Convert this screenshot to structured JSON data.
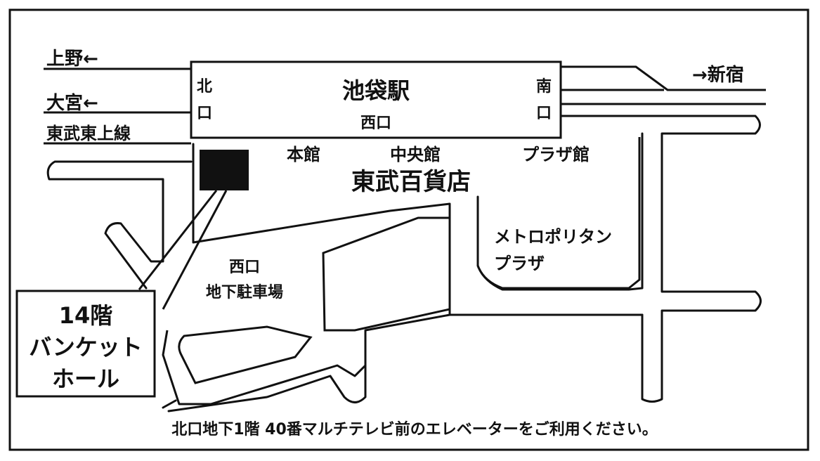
{
  "map": {
    "lines": {
      "ueno": "上野←",
      "omiya": "大宮←",
      "tobu_tojo": "東武東上線",
      "shinjuku": "→新宿"
    },
    "station": {
      "name": "池袋駅",
      "west_exit": "西口",
      "north_exit_top": "北",
      "north_exit_bottom": "口",
      "south_exit_top": "南",
      "south_exit_bottom": "口"
    },
    "department_store": {
      "name": "東武百貨店",
      "main_building": "本館",
      "central_building": "中央館",
      "plaza_building": "プラザ館"
    },
    "metropolitan_plaza": {
      "line1": "メトロポリタン",
      "line2": "プラザ"
    },
    "parking": {
      "line1": "西口",
      "line2": "地下駐車場"
    },
    "banquet_hall": {
      "floor": "14階",
      "line1": "バンケット",
      "line2": "ホール"
    },
    "footer_note": "北口地下1階 40番マルチテレビ前のエレベーターをご利用ください。"
  }
}
